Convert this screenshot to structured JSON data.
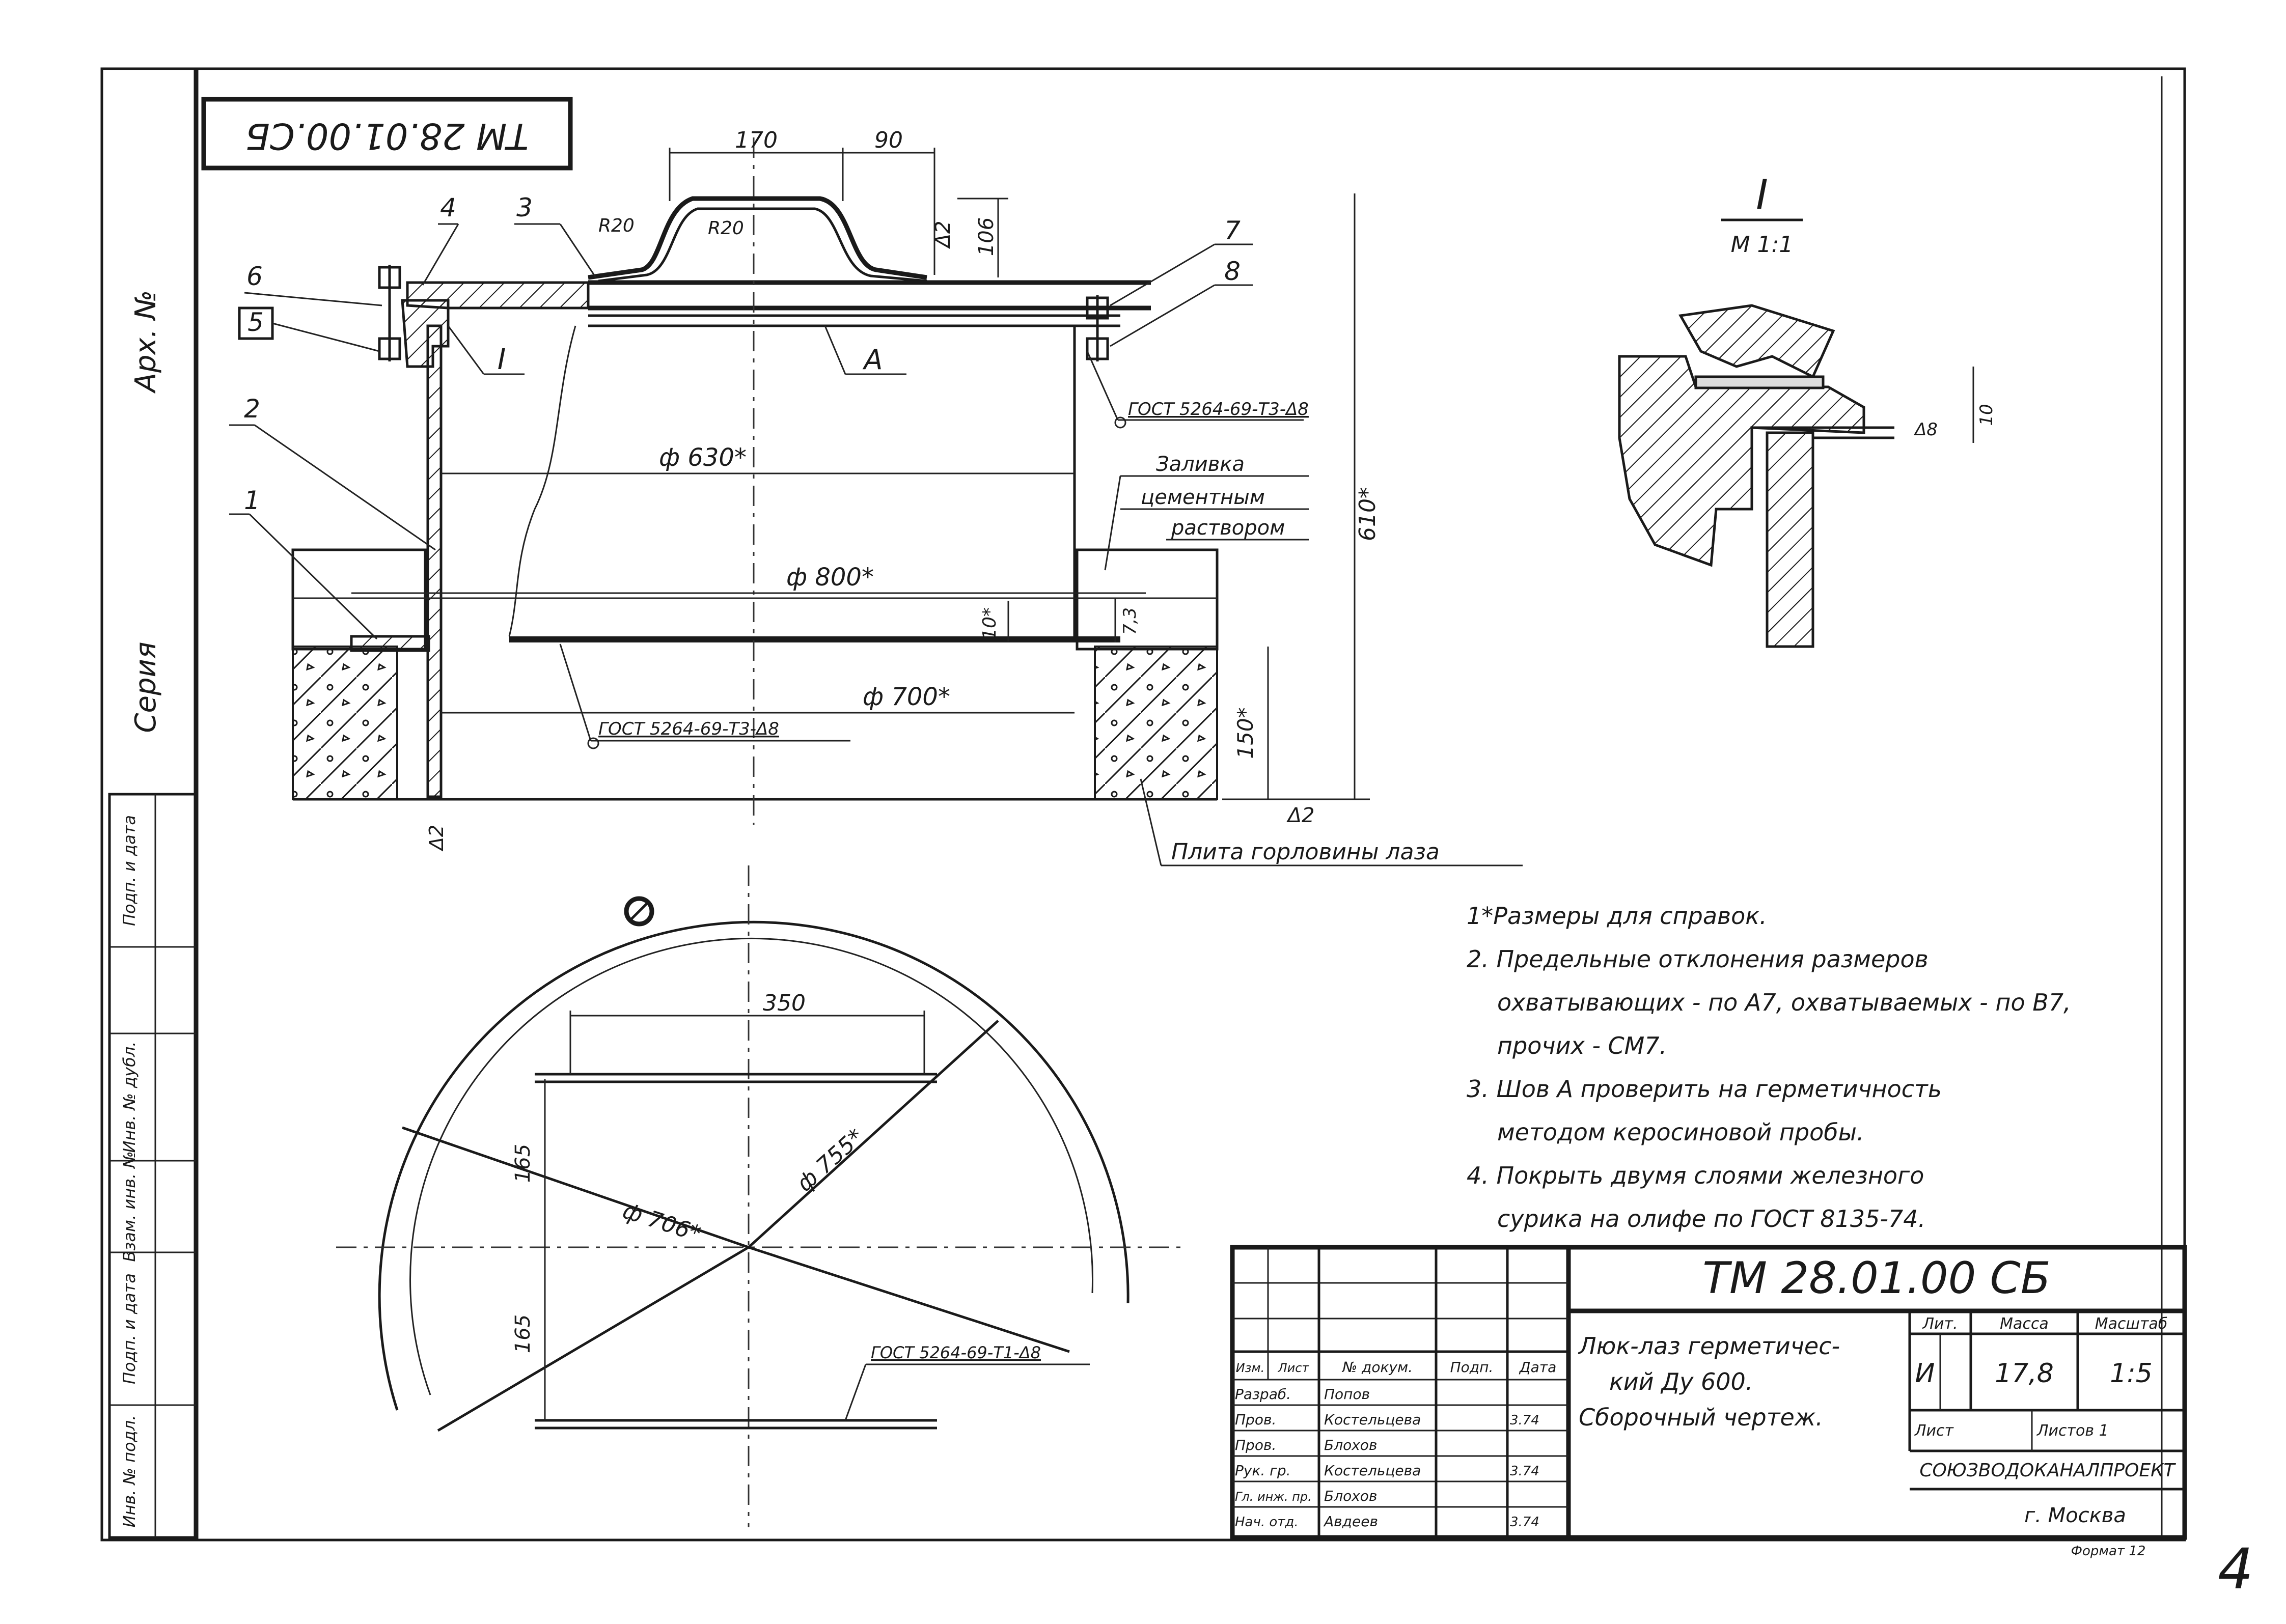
{
  "drawing_code_top": "ТМ 28.01.00.СБ",
  "side_labels": {
    "arch": "Арх. №",
    "series": "Серия"
  },
  "side_stamp": [
    "Инв. № подл.",
    "Подп. и дата",
    "Взам. инв. №",
    "Инв. № дубл.",
    "Подп. и дата"
  ],
  "part_numbers": [
    "1",
    "2",
    "3",
    "4",
    "5",
    "6",
    "7",
    "8"
  ],
  "section_marker": "I",
  "weld_label": "А",
  "dims": {
    "d170": "170",
    "d90": "90",
    "d106": "106",
    "r20a": "R20",
    "r20b": "R20",
    "d630": "ф 630*",
    "d800": "ф 800*",
    "d700": "ф 700*",
    "d610": "610*",
    "d150": "150*",
    "d10": "10*",
    "d73": "7,3",
    "d350": "350",
    "d165a": "165",
    "d165b": "165",
    "d706": "ф 706*",
    "d755": "ф 755*",
    "tri2a": "Δ2",
    "tri2b": "Δ2",
    "tri2c": "Δ2"
  },
  "gost_notes": {
    "g1": "ГОСТ 5264-69-Т3-Δ8",
    "g2": "ГОСТ 5264-69-Т3-Δ8",
    "g3": "ГОСТ 5264-69-Т1-Δ8"
  },
  "callouts": {
    "grout_1": "Заливка",
    "grout_2": "цементным",
    "grout_3": "раствором",
    "slab": "Плита горловины лаза"
  },
  "detail": {
    "title": "I",
    "scale": "М 1:1",
    "dim": "10",
    "weld": "Δ8"
  },
  "notes": [
    "1*Размеры для справок.",
    "2. Предельные отклонения размеров",
    "охватывающих - по А7, охватываемых - по В7,",
    "прочих - СМ7.",
    "3. Шов А проверить на герметичность",
    "методом керосиновой пробы.",
    "4. Покрыть двумя слоями железного",
    "сурика на олифе по ГОСТ 8135-74."
  ],
  "title_block": {
    "code": "ТМ 28.01.00 СБ",
    "name_1": "Люк-лаз герметичес-",
    "name_2": "кий Ду 600.",
    "name_3": "Сборочный чертеж.",
    "lit_header": "Лит.",
    "mass_header": "Масса",
    "scale_header": "Масштаб",
    "lit": "И",
    "mass": "17,8",
    "scale": "1:5",
    "sheet_label": "Лист",
    "sheets_label": "Листов 1",
    "org": "СОЮЗВОДОКАНАЛПРОЕКТ",
    "city": "г. Москва",
    "format": "Формат 12",
    "cols": [
      "Изм.",
      "Лист",
      "№ докум.",
      "Подп.",
      "Дата"
    ],
    "rows": [
      {
        "role": "Разраб.",
        "name": "Попов",
        "date": ""
      },
      {
        "role": "Пров.",
        "name": "Костельцева",
        "date": "3.74"
      },
      {
        "role": "Пров.",
        "name": "Блохов",
        "date": ""
      },
      {
        "role": "Рук. гр.",
        "name": "Костельцева",
        "date": "3.74"
      },
      {
        "role": "Гл. инж. пр.",
        "name": "Блохов",
        "date": ""
      },
      {
        "role": "Нач. отд.",
        "name": "Авдеев",
        "date": "3.74"
      }
    ]
  },
  "page_no": "4"
}
